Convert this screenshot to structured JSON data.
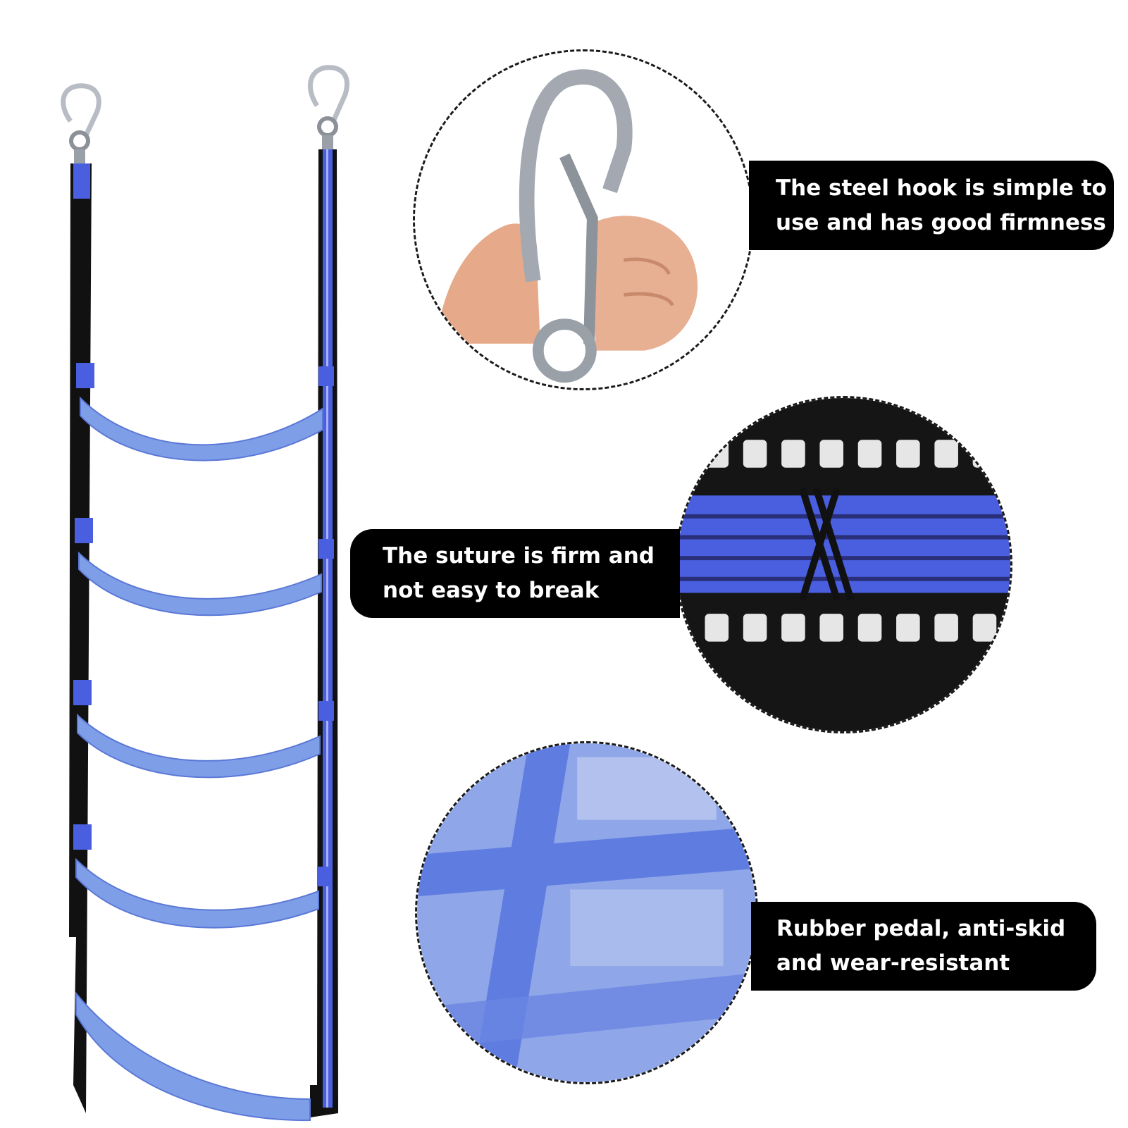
{
  "callouts": {
    "hook": {
      "line1": "The steel hook is simple to",
      "line2": "use and has good firmness"
    },
    "suture": {
      "line1": "The suture is firm and",
      "line2": "not easy to break"
    },
    "pedal": {
      "line1": "Rubber pedal, anti-skid",
      "line2": "and wear-resistant"
    }
  },
  "colors": {
    "strap_black": "#111111",
    "strap_blue": "#4a5fe0",
    "rung_blue": "#7f9ee8",
    "metal": "#c8ccd2",
    "callout_bg": "#000000",
    "callout_text": "#ffffff"
  },
  "icons": [
    "carabiner-icon",
    "hand-image",
    "webbing-closeup-image",
    "rubber-texture-image"
  ]
}
